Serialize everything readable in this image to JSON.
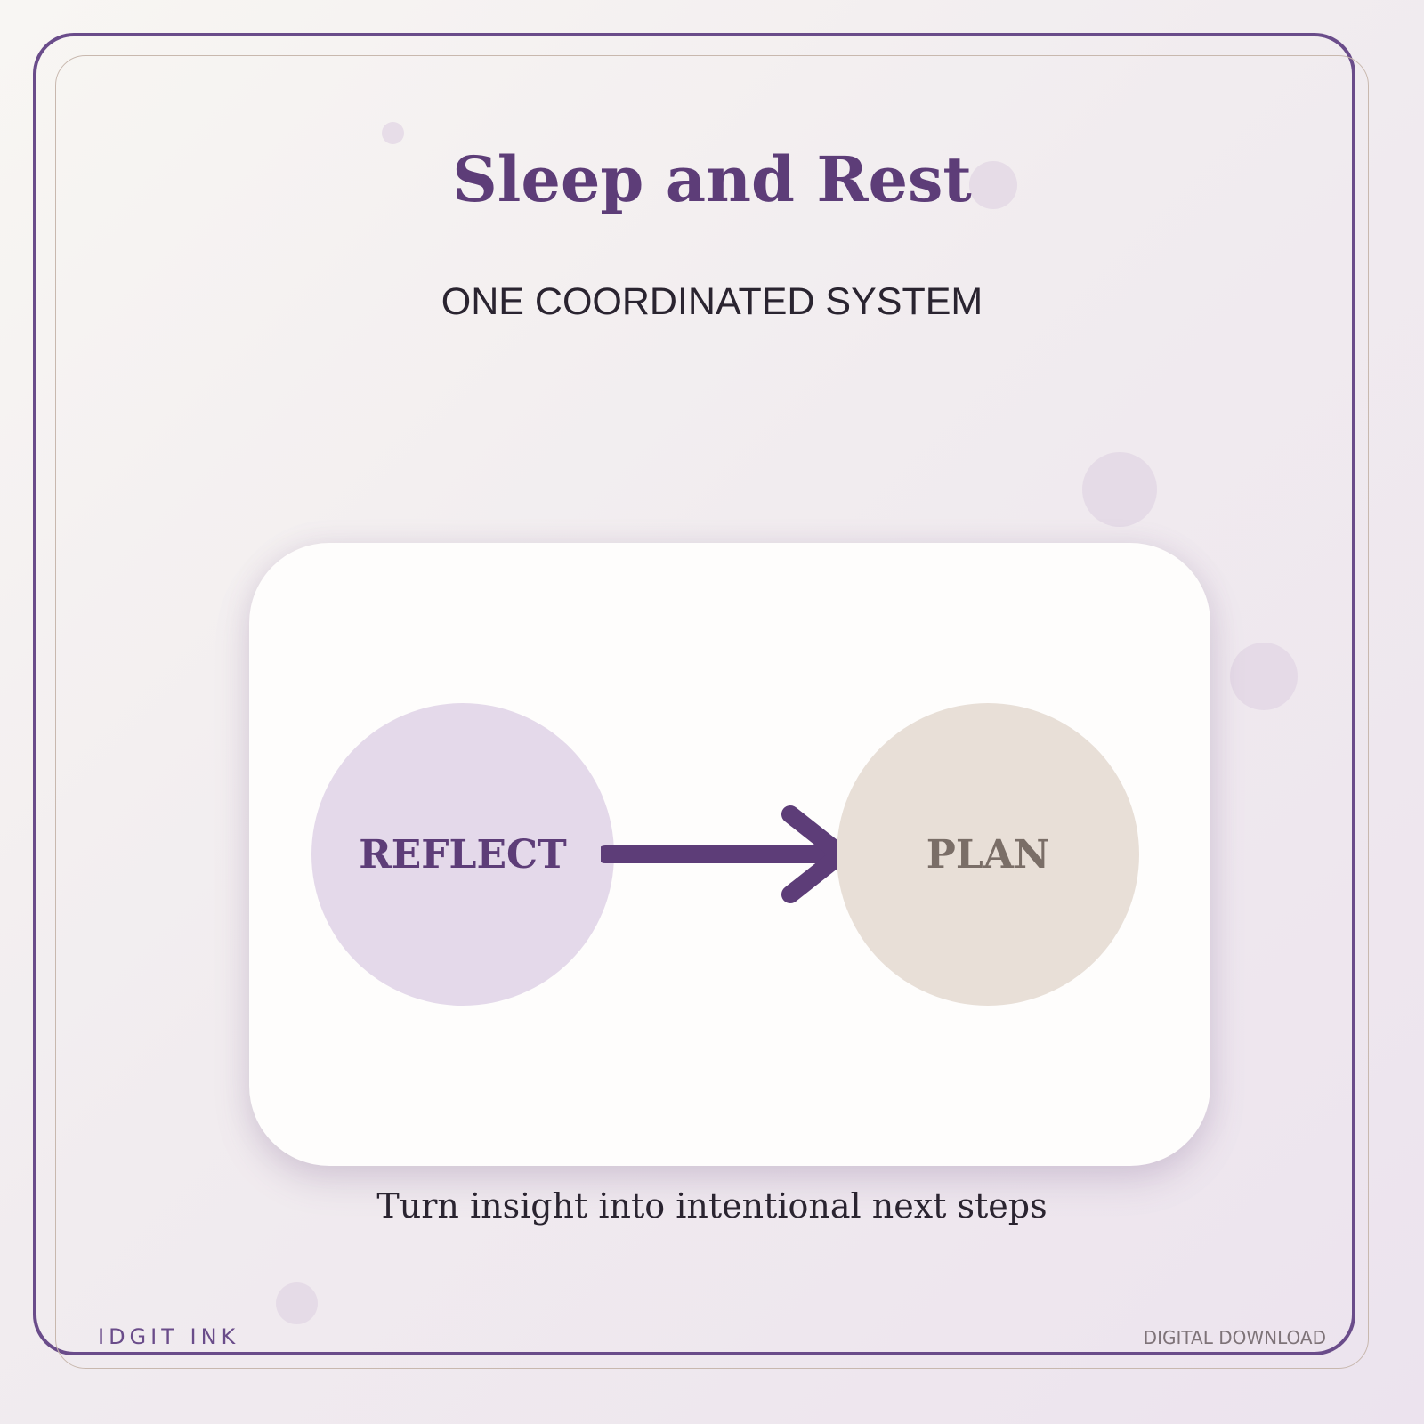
{
  "title": "Sleep and Rest",
  "subtitle": "ONE COORDINATED SYSTEM",
  "diagram": {
    "from": "REFLECT",
    "to": "PLAN"
  },
  "caption": "Turn insight into intentional next steps",
  "footer": {
    "brand": "IDGIT INK",
    "tag": "DIGITAL DOWNLOAD"
  },
  "colors": {
    "accent": "#5d3d78",
    "reflect_fill": "#e4d9ea",
    "plan_fill": "#e8dfd7",
    "plan_text": "#7a6e67"
  }
}
